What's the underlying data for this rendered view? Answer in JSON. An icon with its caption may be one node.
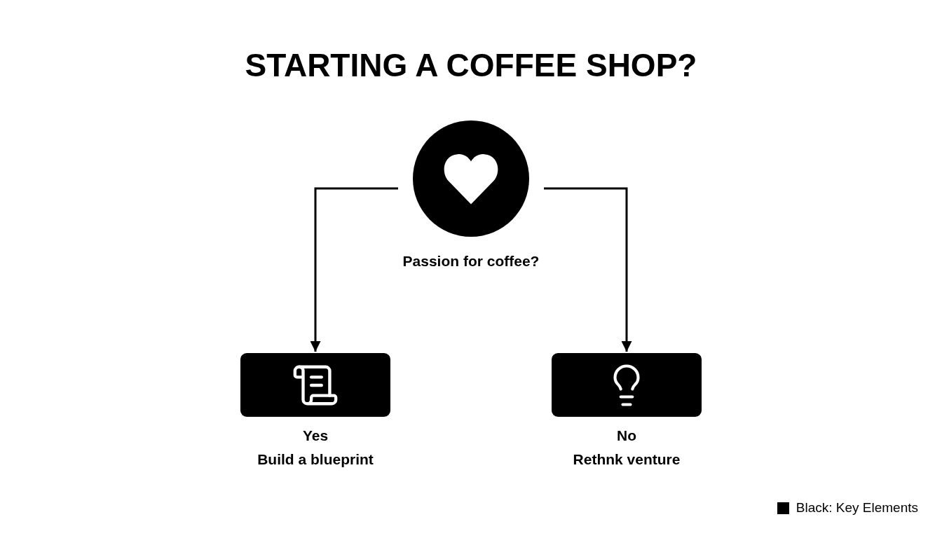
{
  "diagram": {
    "title": "STARTING A COFFEE SHOP?",
    "nodes": [
      {
        "text": [
          "Passion for coffee?"
        ]
      },
      {
        "text": [
          "Yes",
          "Build a blueprint"
        ]
      },
      {
        "text": [
          "No",
          "Rethnk venture"
        ]
      }
    ],
    "edges": [
      {
        "from": 0,
        "to": 1,
        "arrow": "to"
      },
      {
        "from": 0,
        "to": 2,
        "arrow": "to"
      }
    ],
    "legend": [
      {
        "text": "Black: Key Elements",
        "color": "#000000"
      }
    ]
  }
}
